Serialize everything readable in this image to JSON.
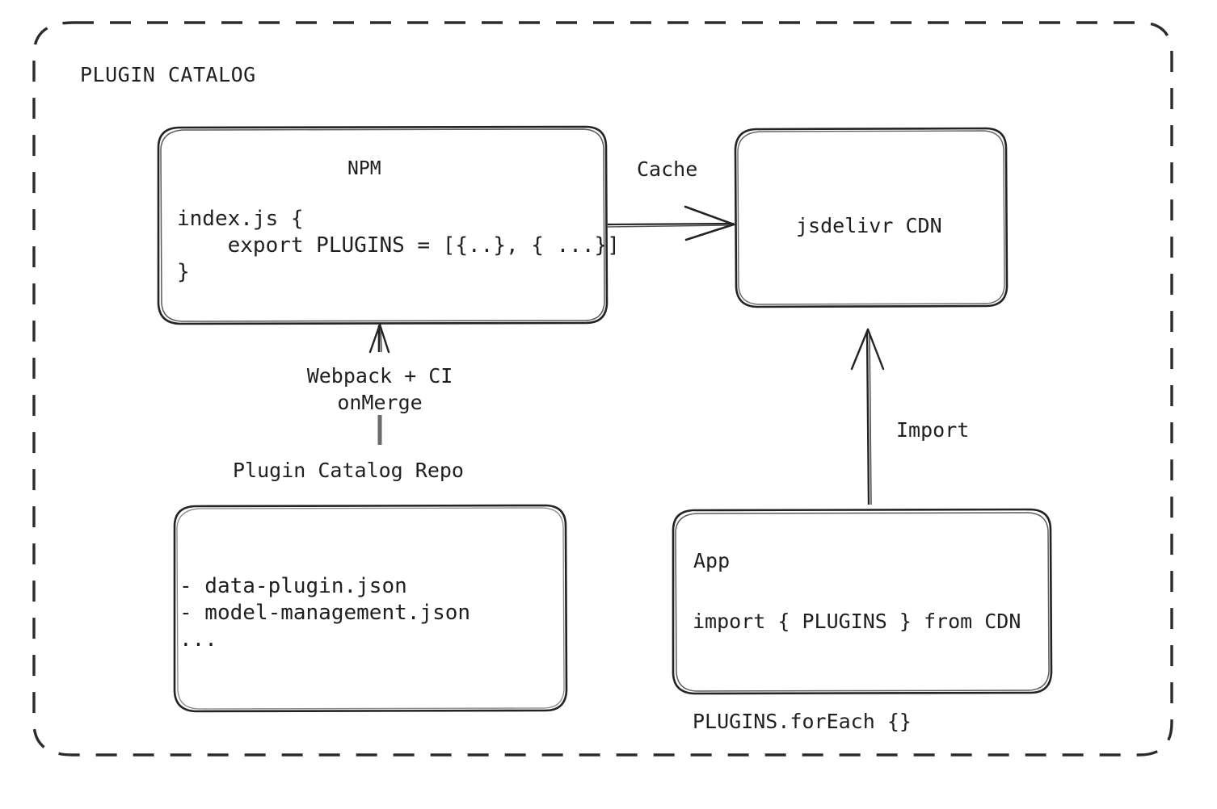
{
  "container": {
    "title": "PLUGIN CATALOG",
    "border_style": "dashed",
    "border_color": "#2b2b2b"
  },
  "nodes": {
    "npm": {
      "title": "NPM",
      "code": "index.js {\n    export PLUGINS = [{..}, { ...}]\n}"
    },
    "cdn": {
      "title": "jsdelivr CDN"
    },
    "repo": {
      "label": "Plugin Catalog Repo",
      "code": "- data-plugin.json\n- model-management.json\n..."
    },
    "app": {
      "title": "App",
      "code": "import { PLUGINS } from CDN\n\nPLUGINS.forEach {}"
    }
  },
  "edges": {
    "npm_to_cdn": {
      "label": "Cache"
    },
    "repo_to_npm": {
      "label": "Webpack + CI\nonMerge"
    },
    "app_to_cdn": {
      "label": "Import"
    }
  },
  "colors": {
    "ink": "#1f1f1f",
    "stroke": "#232323",
    "muted_stroke": "#6b6b6b",
    "background": "#ffffff"
  }
}
